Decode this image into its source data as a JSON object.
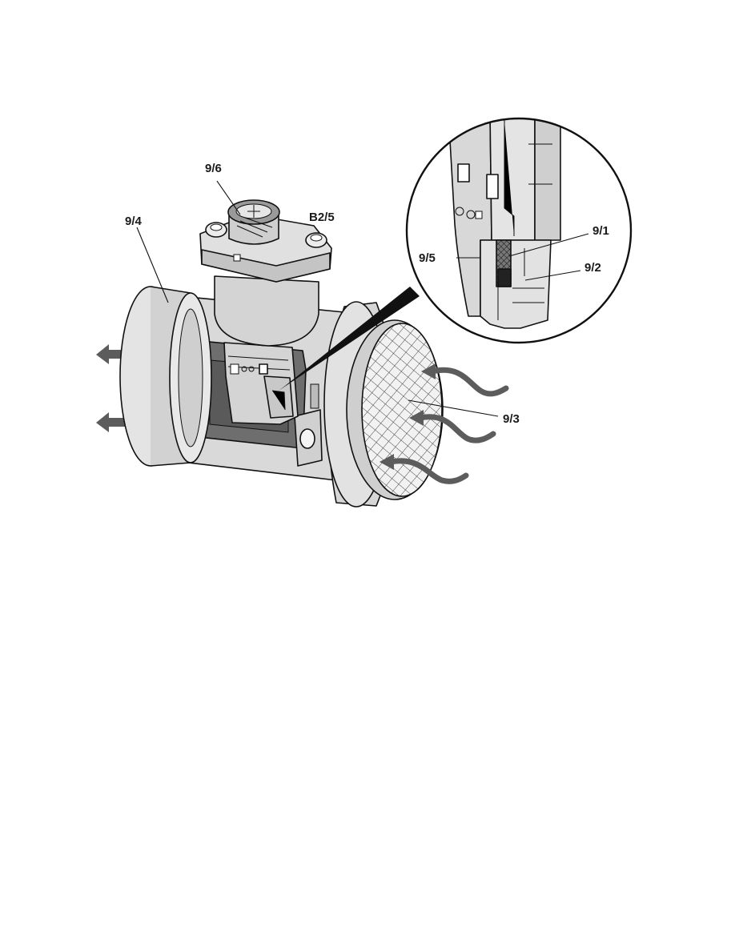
{
  "diagram": {
    "labels": {
      "housing_bolts": "9/6",
      "sensor_id": "B2/5",
      "outlet": "9/4",
      "hot_film": "9/1",
      "bypass_channel": "9/2",
      "screen": "9/3",
      "sensor_body": "9/5"
    },
    "colors": {
      "ink": "#111111",
      "light_gray": "#e2e2e2",
      "mid_gray": "#bdbdbd",
      "dark_gray": "#6e6e6e",
      "arrow_gray": "#5c5c5c"
    },
    "airflow_arrows": {
      "inflow_count": 3,
      "outflow_count": 2
    }
  }
}
